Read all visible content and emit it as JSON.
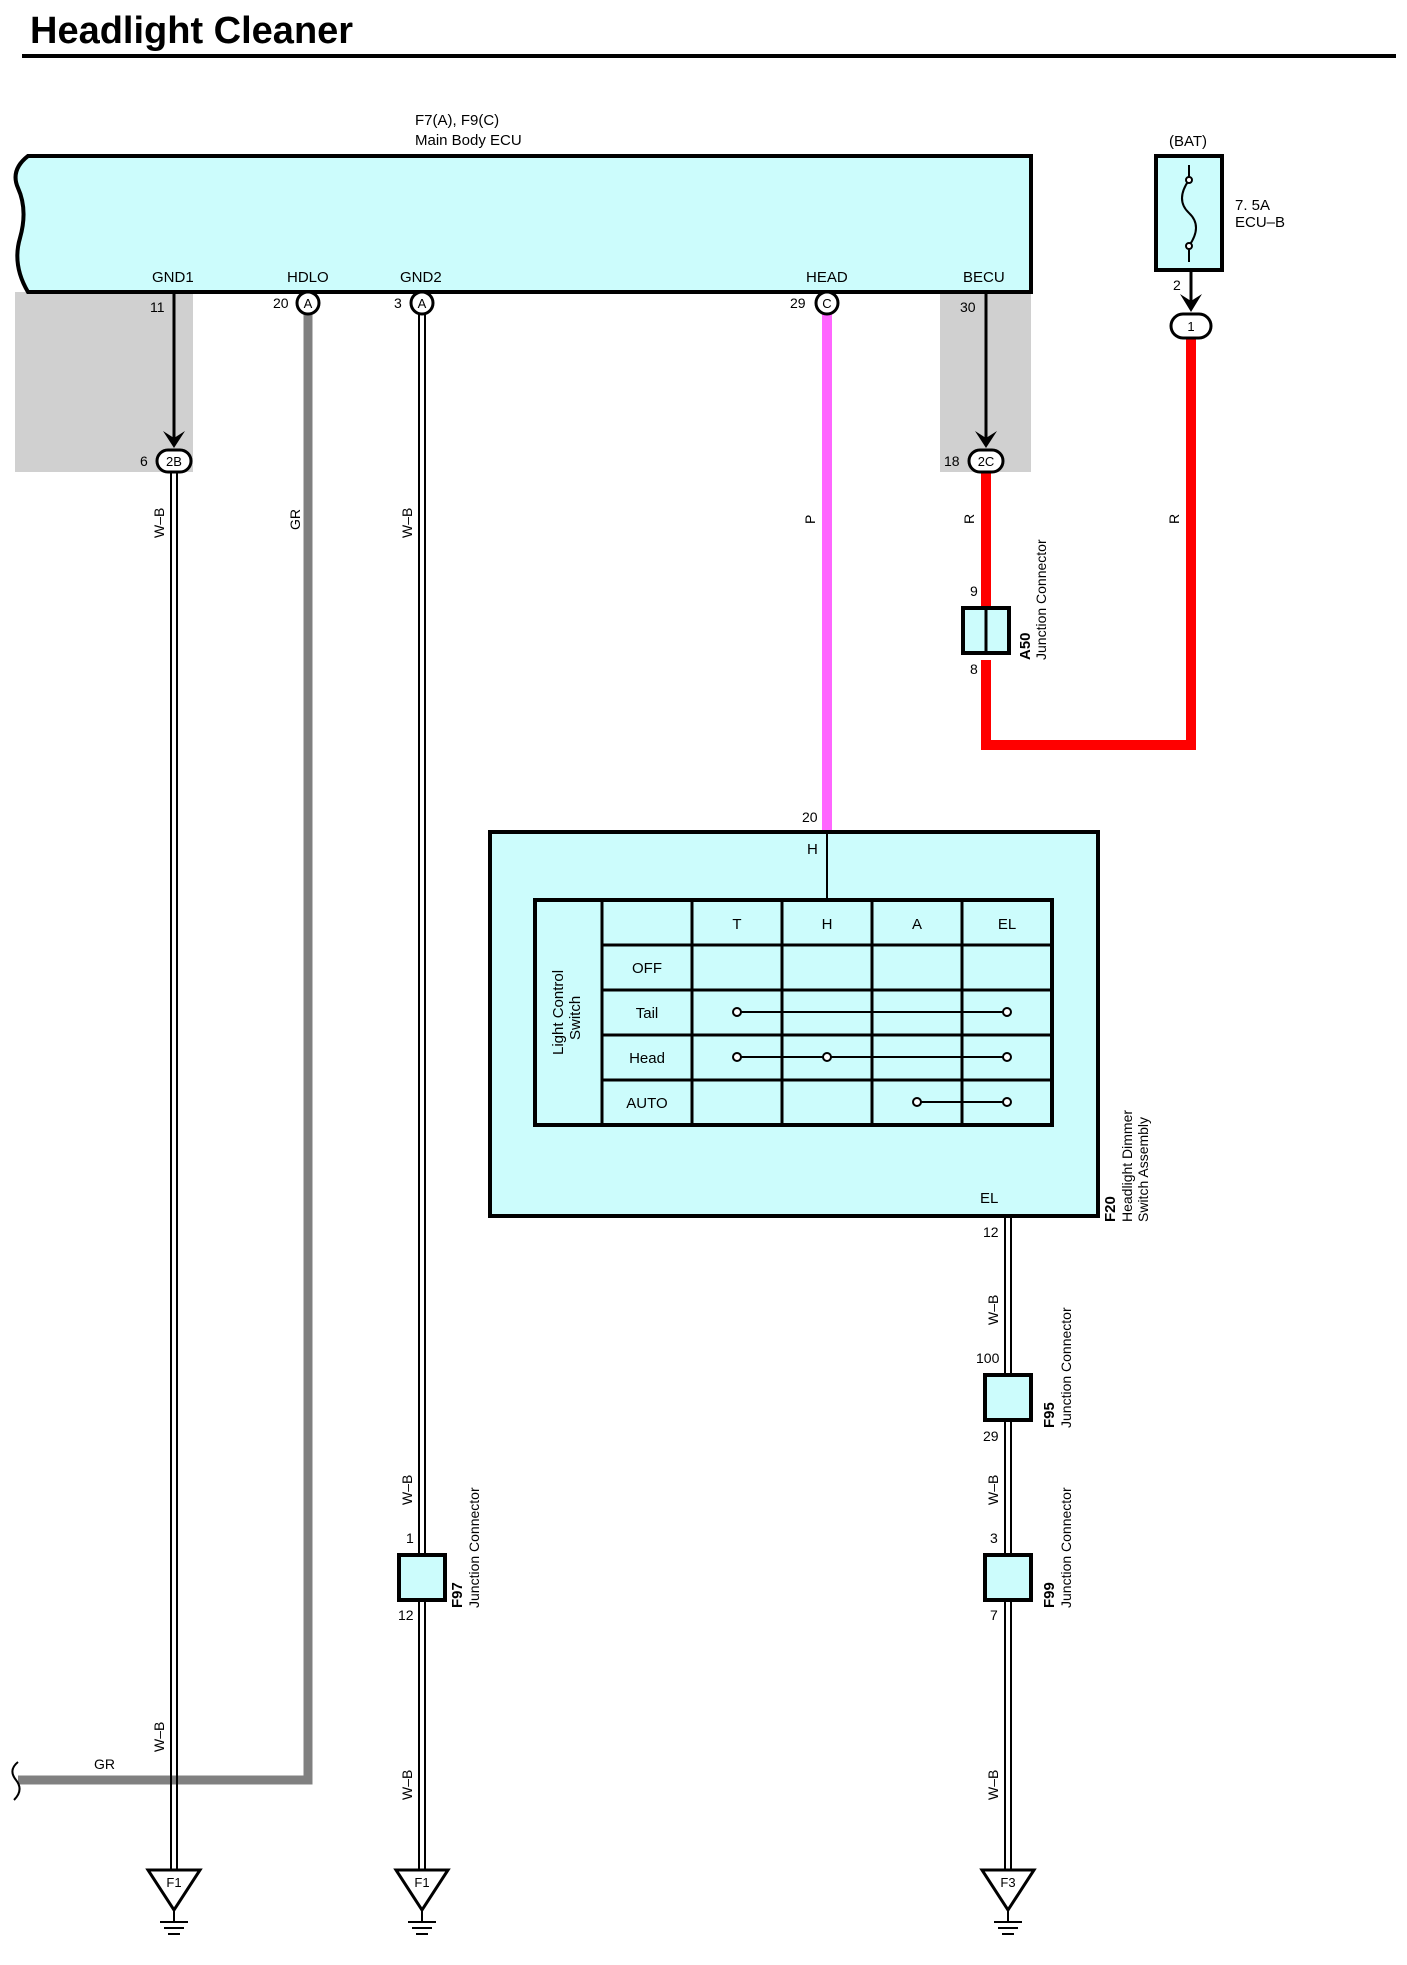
{
  "title": "Headlight Cleaner",
  "ecu": {
    "ref": "F7(A), F9(C)",
    "name": "Main Body ECU",
    "terminals": {
      "gnd1": {
        "name": "GND1",
        "pin": "11"
      },
      "hdlo": {
        "name": "HDLO",
        "pin": "20",
        "conn": "A"
      },
      "gnd2": {
        "name": "GND2",
        "pin": "3",
        "conn": "A"
      },
      "head": {
        "name": "HEAD",
        "pin": "29",
        "conn": "C"
      },
      "becu": {
        "name": "BECU",
        "pin": "30"
      }
    }
  },
  "junctions": {
    "j2b": {
      "id": "2B",
      "pin": "6"
    },
    "j2c": {
      "id": "2C",
      "pin": "18"
    },
    "j1": {
      "id": "1"
    }
  },
  "fuse": {
    "source": "(BAT)",
    "rating": "7. 5A",
    "name": "ECU–B",
    "pin": "2"
  },
  "wire_colors": {
    "wb": "W–B",
    "gr": "GR",
    "p": "P",
    "r": "R"
  },
  "colors": {
    "box_fill": "#ccfcfc",
    "shade": "#d0d0d0",
    "wire_gr": "#808080",
    "wire_p": "#ff66ff",
    "wire_r": "#ff0000"
  },
  "a50": {
    "id": "A50",
    "label": "Junction Connector",
    "pin_top": "9",
    "pin_bot": "8"
  },
  "f20": {
    "id": "F20",
    "label1": "Headlight Dimmer",
    "label2": "Switch Assembly",
    "pin_h_num": "20",
    "pin_h": "H",
    "pin_el": "EL",
    "pin_el_num": "12",
    "switch_label1": "Light Control",
    "switch_label2": "Switch",
    "columns": [
      "T",
      "H",
      "A",
      "EL"
    ],
    "rows": [
      "OFF",
      "Tail",
      "Head",
      "AUTO"
    ]
  },
  "f95": {
    "id": "F95",
    "label": "Junction Connector",
    "pin_top": "100",
    "pin_bot": "29"
  },
  "f99": {
    "id": "F99",
    "label": "Junction Connector",
    "pin_top": "3",
    "pin_bot": "7"
  },
  "f97": {
    "id": "F97",
    "label": "Junction Connector",
    "pin_top": "1",
    "pin_bot": "12"
  },
  "grounds": {
    "g1": "F1",
    "g2": "F1",
    "g3": "F3"
  }
}
